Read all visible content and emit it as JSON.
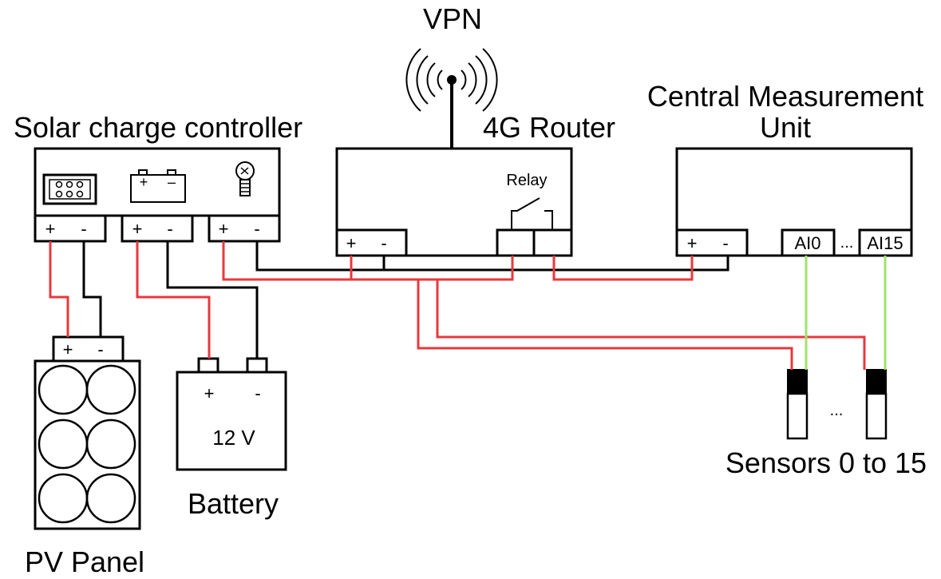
{
  "labels": {
    "vpn": "VPN",
    "solar_controller": "Solar charge controller",
    "router": "4G Router",
    "cmu_line1": "Central Measurement",
    "cmu_line2": "Unit",
    "relay": "Relay",
    "battery": "Battery",
    "battery_voltage": "12 V",
    "pv_panel": "PV Panel",
    "sensors": "Sensors 0 to 15",
    "ai0": "AI0",
    "ai15": "AI15",
    "ellipsis": "...",
    "plus": "+",
    "minus": "-"
  },
  "colors": {
    "positive_wire": "#e8383d",
    "negative_wire": "#000000",
    "signal_wire": "#9fe36a"
  },
  "icons": [
    "antenna-icon",
    "panel-display-icon",
    "battery-icon",
    "lamp-icon",
    "relay-switch-icon"
  ]
}
